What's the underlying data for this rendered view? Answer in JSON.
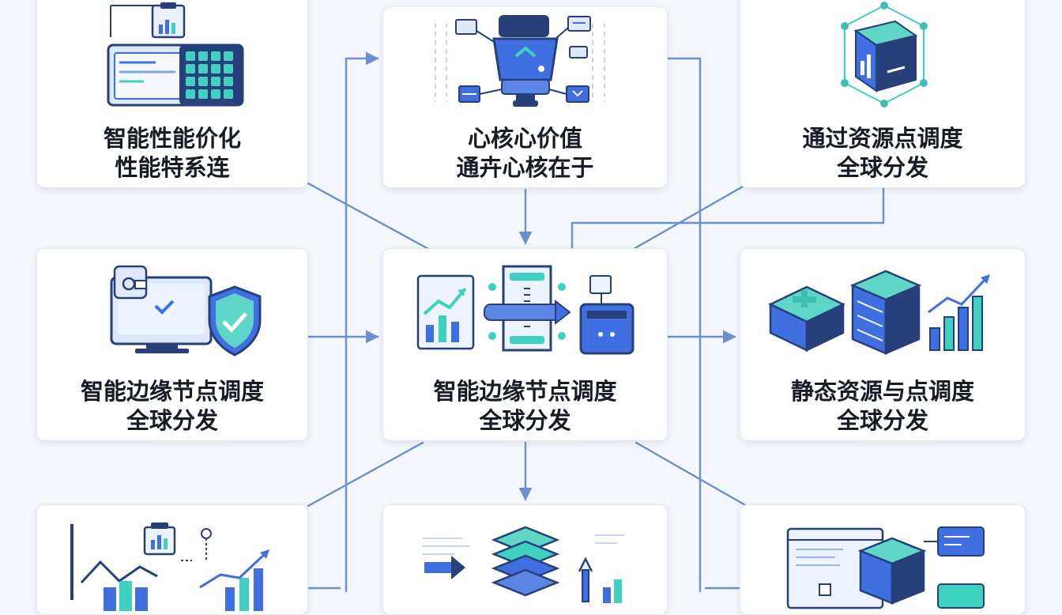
{
  "colors": {
    "connector": "#6d8fcf",
    "primary_blue": "#3f6fe0",
    "dark_navy": "#27407a",
    "teal": "#3fd0c0",
    "card_background": "#ffffff"
  },
  "cards": {
    "top_left": {
      "icon": "dashboard-keypad-icon",
      "line1": "智能性能价化",
      "line2": "性能特系连"
    },
    "top_center": {
      "icon": "robot-chat-icon",
      "line1": "心核心价值",
      "line2": "通卉心核在于"
    },
    "top_right": {
      "icon": "network-cube-icon",
      "line1": "通过资源点调度",
      "line2": "全球分发"
    },
    "mid_left": {
      "icon": "monitor-shield-icon",
      "line1": "智能边缘节点调度",
      "line2": "全球分发"
    },
    "mid_center": {
      "icon": "data-pipeline-icon",
      "line1": "智能边缘节点调度",
      "line2": "全球分发"
    },
    "mid_right": {
      "icon": "server-stack-growth-icon",
      "line1": "静态资源与点调度",
      "line2": "全球分发"
    },
    "bottom_left": {
      "icon": "analytics-chart-icon"
    },
    "bottom_center": {
      "icon": "layer-stack-icon"
    },
    "bottom_right": {
      "icon": "server-dashboard-icon"
    }
  }
}
